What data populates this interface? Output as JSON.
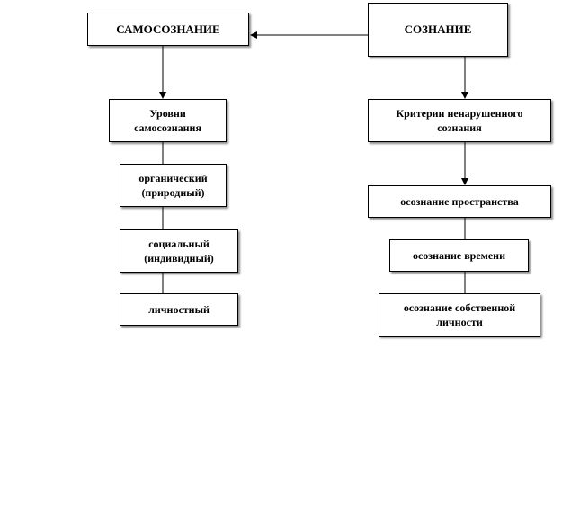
{
  "diagram": {
    "self_awareness": "САМОСОЗНАНИЕ",
    "consciousness": "СОЗНАНИЕ",
    "levels_title": "Уровни\nсамосознания",
    "level_organic": "органический\n(природный)",
    "level_social": "социальный\n(индивидный)",
    "level_personal": "личностный",
    "criteria_title": "Критерии ненарушенного\nсознания",
    "awareness_space": "осознание пространства",
    "awareness_time": "осознание времени",
    "awareness_self": "осознание собственной\nличности"
  }
}
